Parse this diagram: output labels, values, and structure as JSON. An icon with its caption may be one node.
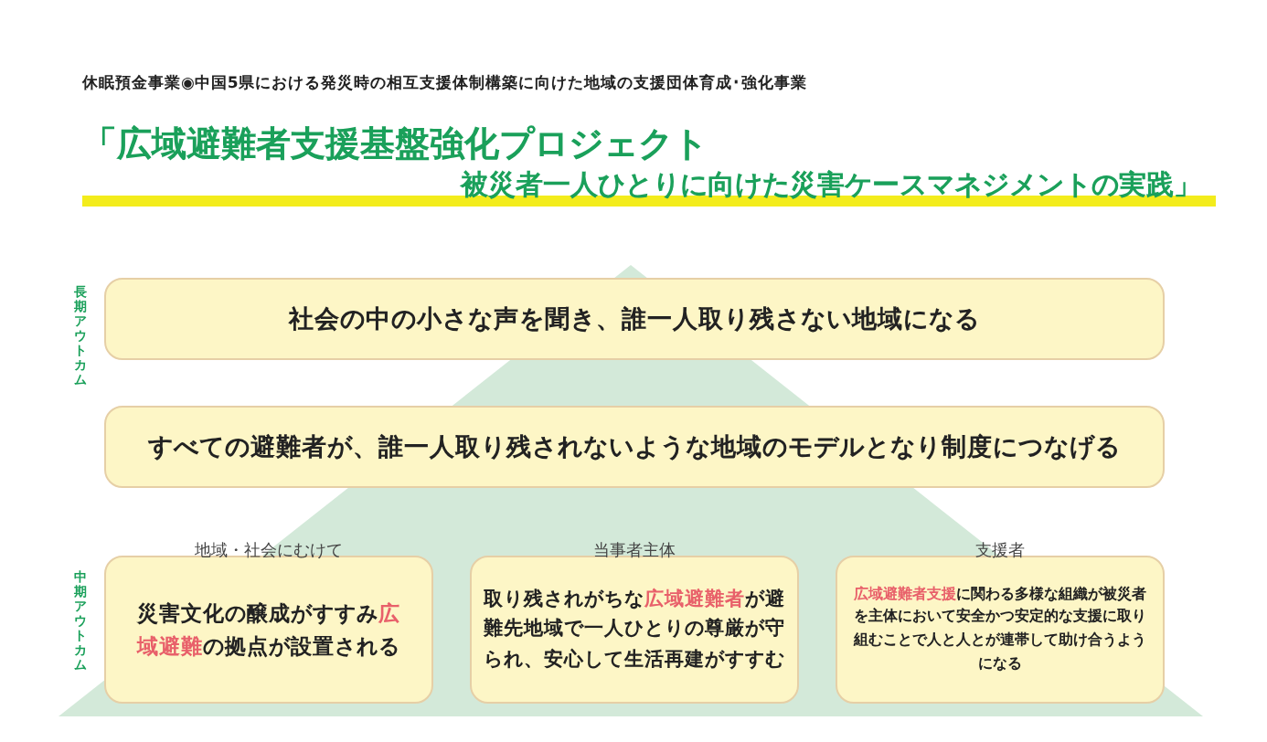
{
  "diagram": {
    "title": "「広域避難者支援基盤強化プロジェクト",
    "nodes": [
      {
        "text": [
          "社会の中の小さな声を聞き、誰一人取り残さない地域になる"
        ]
      },
      {
        "text": [
          "すべての避難者が、誰一人取り残されないような地域のモデルとなり制度につなげる"
        ]
      },
      {
        "text": [
          "地域・社会にむけて",
          "災害文化の醸成がすすみ**広域避難**の拠点が設置される"
        ]
      },
      {
        "text": [
          "当事者主体",
          "取り残されがちな**広域避難者**が避難先地域で一人ひとりの尊厳が守られ、安心して生活再建がすすむ"
        ]
      },
      {
        "text": [
          "支援者",
          "**広域避難者支援**に関わる多様な組織が被災者を主体において安全かつ安定的な支援に取り組むことで人と人とが連帯して助け合うようになる"
        ]
      }
    ],
    "labels": [
      "休眠預金事業◉中国5県における発災時の相互支援体制構築に向けた地域の支援団体育成･強化事業",
      "被災者一人ひとりに向けた災害ケースマネジメントの実践」",
      "長期アウトカム",
      "中期アウトカム"
    ]
  }
}
